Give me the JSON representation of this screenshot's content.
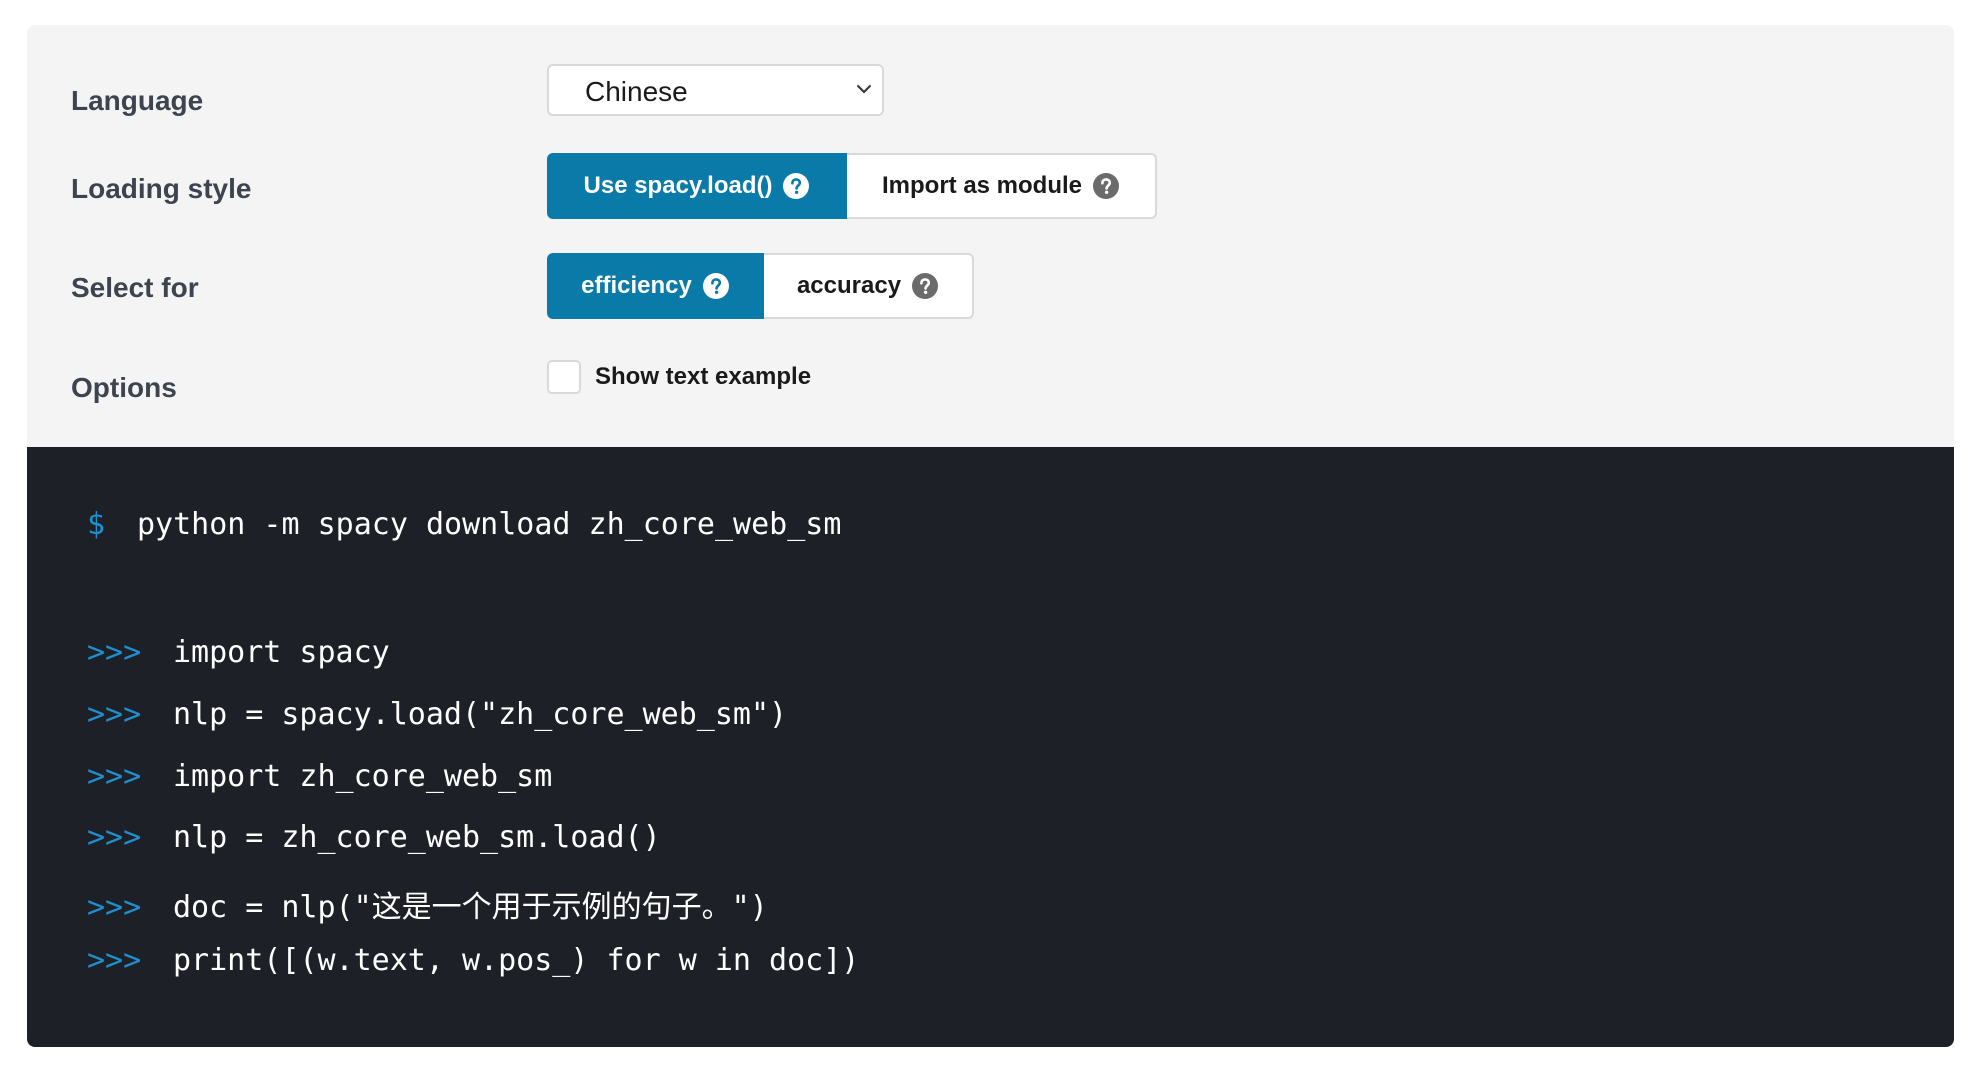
{
  "settings": {
    "language": {
      "label": "Language",
      "selected": "Chinese"
    },
    "loading_style": {
      "label": "Loading style",
      "options": [
        {
          "label": "Use spacy.load()",
          "active": true
        },
        {
          "label": "Import as module",
          "active": false
        }
      ]
    },
    "select_for": {
      "label": "Select for",
      "options": [
        {
          "label": "efficiency",
          "active": true
        },
        {
          "label": "accuracy",
          "active": false
        }
      ]
    },
    "options": {
      "label": "Options",
      "checkbox_label": "Show text example",
      "checked": false
    }
  },
  "code": {
    "shell_prompt": "$",
    "python_prompt": ">>>",
    "shell_command": "python -m spacy download zh_core_web_sm",
    "python_lines": [
      "import spacy",
      "nlp = spacy.load(\"zh_core_web_sm\")",
      "import zh_core_web_sm",
      "nlp = zh_core_web_sm.load()",
      "doc = nlp(\"这是一个用于示例的句子。\")",
      "print([(w.text, w.pos_) for w in doc])"
    ]
  },
  "colors": {
    "accent": "#0a7aa8",
    "settings_bg": "#f4f4f4",
    "code_bg": "#1d2026",
    "prompt": "#1e90cf",
    "label_text": "#3d4450"
  },
  "icons": {
    "help": "help-circle-icon",
    "chevron": "chevron-down-icon"
  }
}
